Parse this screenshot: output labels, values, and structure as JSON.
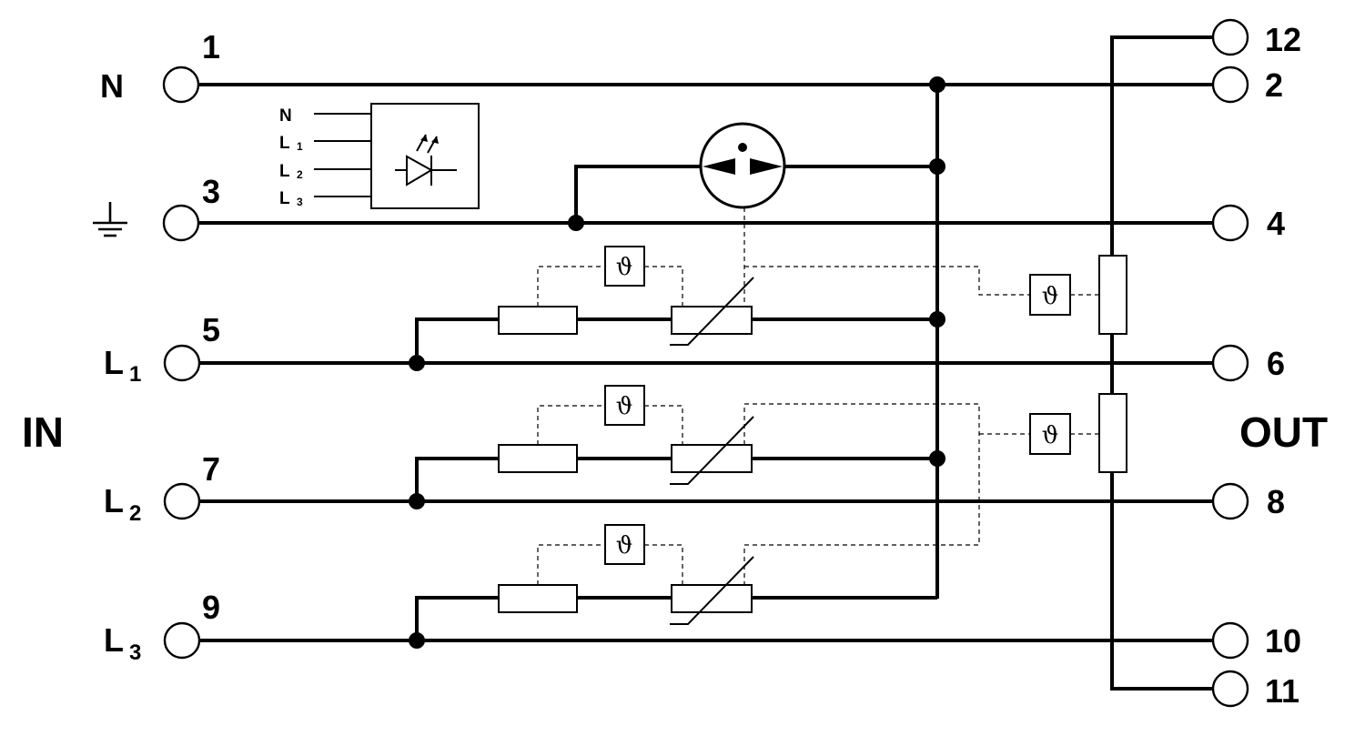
{
  "diagram": {
    "labels": {
      "in": "IN",
      "out": "OUT",
      "n": "N",
      "l": "L",
      "sub1": "1",
      "sub2": "2",
      "sub3": "3"
    },
    "terminals": {
      "t1": "1",
      "t2": "2",
      "t3": "3",
      "t4": "4",
      "t5": "5",
      "t6": "6",
      "t7": "7",
      "t8": "8",
      "t9": "9",
      "t10": "10",
      "t11": "11",
      "t12": "12"
    },
    "led_box": {
      "n": "N",
      "l": "L",
      "sub1": "1",
      "sub2": "2",
      "sub3": "3"
    },
    "thermal_symbol": "ϑ",
    "icons": [
      "ground-icon",
      "led-diode-icon",
      "spark-gap-icon",
      "fuse-icon",
      "varistor-icon",
      "thermal-fuse-icon"
    ]
  }
}
